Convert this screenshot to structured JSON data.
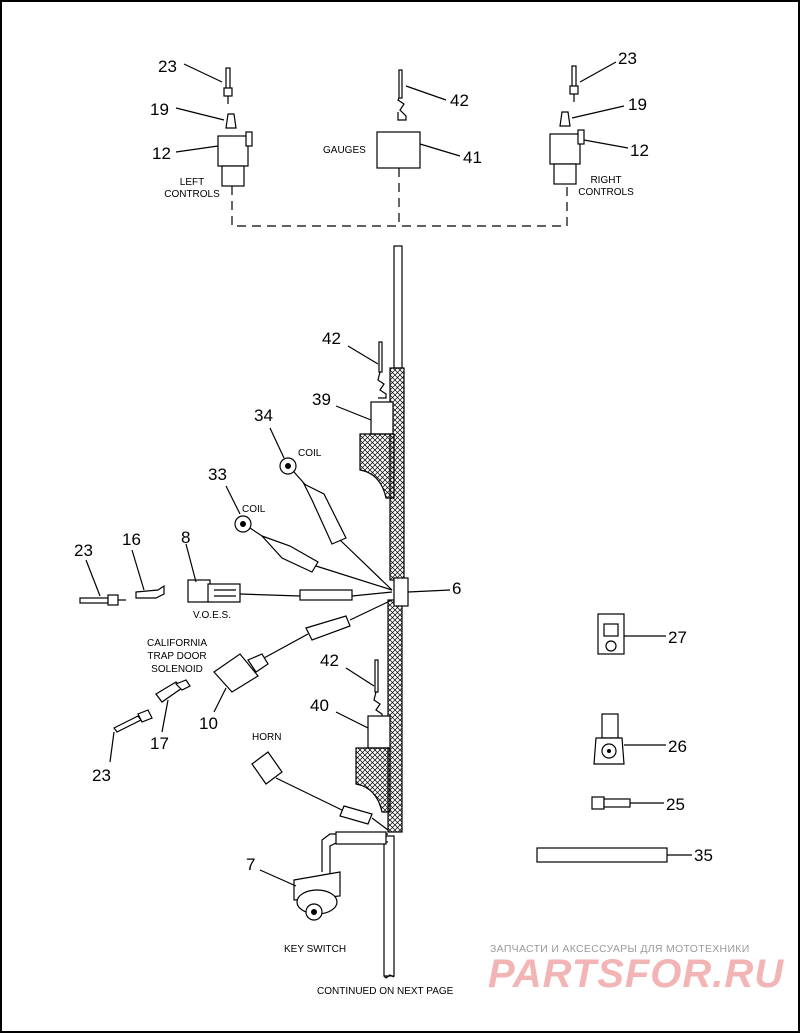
{
  "callouts": {
    "top_left_23": "23",
    "top_left_19": "19",
    "top_left_12": "12",
    "top_center_42": "42",
    "top_center_41": "41",
    "top_right_23": "23",
    "top_right_19": "19",
    "top_right_12": "12",
    "mid_42": "42",
    "mid_39": "39",
    "mid_34": "34",
    "mid_33": "33",
    "left_23": "23",
    "left_16": "16",
    "left_8": "8",
    "right_6": "6",
    "right_27": "27",
    "lower_42": "42",
    "lower_40": "40",
    "lower_10": "10",
    "lower_17": "17",
    "lower_23": "23",
    "right_26": "26",
    "right_25": "25",
    "right_35": "35",
    "bottom_7": "7"
  },
  "labels": {
    "left_controls_1": "LEFT",
    "left_controls_2": "CONTROLS",
    "gauges": "GAUGES",
    "right_controls_1": "RIGHT",
    "right_controls_2": "CONTROLS",
    "coil_1": "COIL",
    "coil_2": "COIL",
    "voes": "V.O.E.S.",
    "california_1": "CALIFORNIA",
    "california_2": "TRAP DOOR",
    "california_3": "SOLENOID",
    "horn": "HORN",
    "key_switch": "KEY SWITCH",
    "continued": "CONTINUED ON NEXT PAGE"
  },
  "watermark": {
    "tagline": "ЗАПЧАСТИ И АКСЕССУАРЫ ДЛЯ МОТОТЕХНИКИ",
    "brand": "PARTSFOR.RU"
  },
  "colors": {
    "line": "#000000",
    "watermark_brand": "#f2b4b4",
    "watermark_text": "#9a9a9a"
  }
}
